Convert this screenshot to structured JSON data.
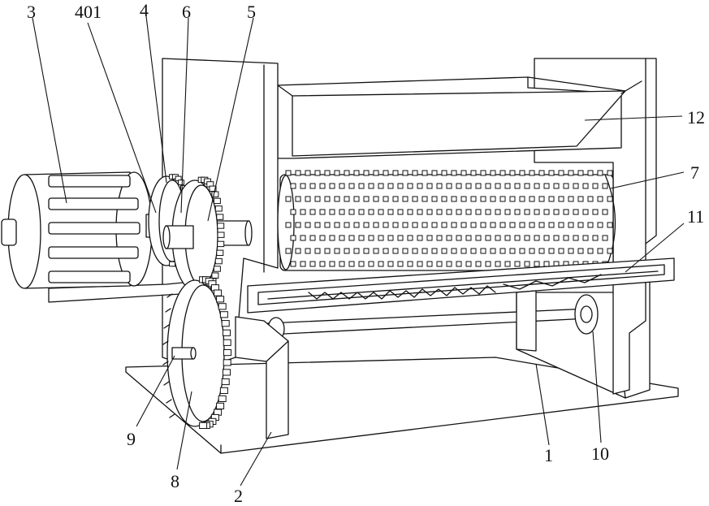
{
  "labels": {
    "n3": "3",
    "n401": "401",
    "n4": "4",
    "n6": "6",
    "n5": "5",
    "n12": "12",
    "n7": "7",
    "n11": "11",
    "n9": "9",
    "n8": "8",
    "n2": "2",
    "n1": "1",
    "n10": "10"
  }
}
